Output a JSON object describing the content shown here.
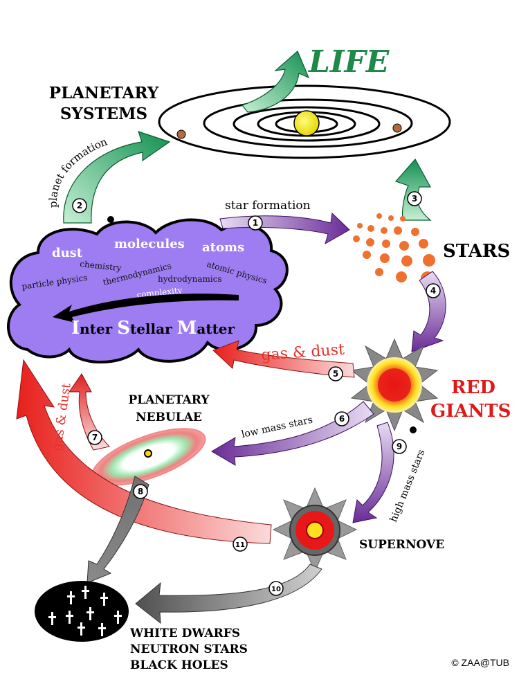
{
  "labels": {
    "life": "LIFE",
    "planetary_systems": [
      "PLANETARY",
      "SYSTEMS"
    ],
    "stars": "STARS",
    "red_giants": [
      "RED",
      "GIANTS"
    ],
    "planetary_nebulae": [
      "PLANETARY",
      "NEBULAE"
    ],
    "supernove": "SUPERNOVE",
    "remnants": [
      "WHITE DWARFS",
      "NEUTRON STARS",
      "BLACK HOLES"
    ],
    "copyright": "© ZAA@TUB"
  },
  "cloud": {
    "dust": "dust",
    "molecules": "molecules",
    "atoms": "atoms",
    "chemistry": "chemistry",
    "thermodynamics": "thermodynamics",
    "atomic_physics": "atomic physics",
    "particle_physics": "particle physics",
    "hydrodynamics": "hydrodynamics",
    "complexity": "complexity",
    "ism_parts": [
      "I",
      "nter ",
      "S",
      "tellar ",
      "M",
      "atter"
    ]
  },
  "arrows": {
    "star_formation": "star formation",
    "planet_formation": "planet formation",
    "gas_dust_red": "gas & dust",
    "low_mass_stars": "low mass stars",
    "high_mass_stars": "high mass stars",
    "gas_dust_supernova": "gas & dust"
  },
  "steps": [
    "1",
    "2",
    "3",
    "4",
    "5",
    "6",
    "7",
    "8",
    "9",
    "10",
    "11"
  ],
  "colors": {
    "purple_arrow": "#7a3fa0",
    "green_arrow": "#22955a",
    "red_arrow": "#e8302a",
    "gray_arrow": "#555555",
    "cloud": "#9e7cf2",
    "life": "#1f8a47",
    "red_giants_text": "#e01818",
    "star_dots": "#f07030"
  }
}
